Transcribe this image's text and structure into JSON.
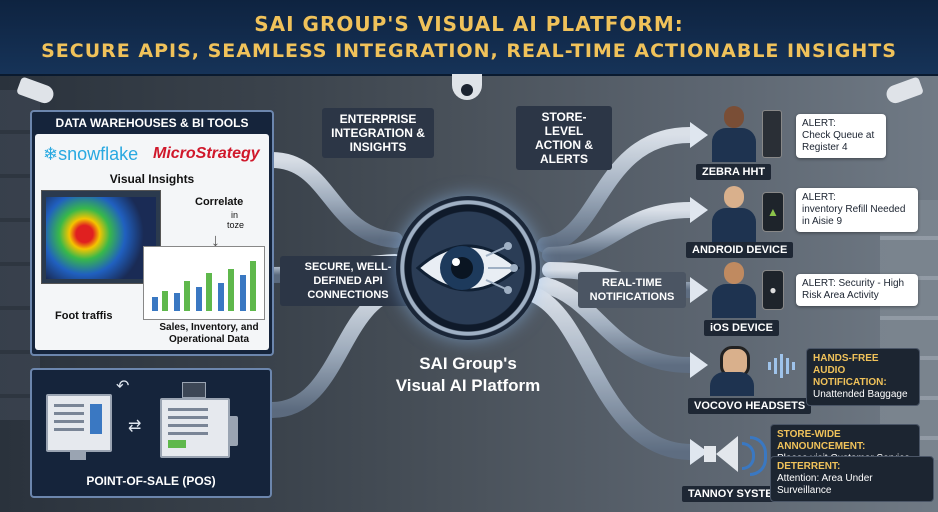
{
  "title": {
    "line1": "SAI GROUP'S VISUAL AI PLATFORM:",
    "line2": "SECURE APIS, SEAMLESS INTEGRATION, REAL-TIME ACTIONABLE INSIGHTS"
  },
  "left_panel": {
    "header": "DATA WAREHOUSES & BI TOOLS",
    "logo_snowflake": "snowflake",
    "logo_microstrategy": "MicroStrategy",
    "visual_insights": "Visual Insights",
    "correlate": "Correlate",
    "correlate_sub": "in",
    "correlate_sub2": "toze",
    "foot_traffic": "Foot traffis",
    "sales_label": "Sales, Inventory, and Operational Data"
  },
  "pos_panel": {
    "label": "POINT-OF-SALE (POS)"
  },
  "center": {
    "enterprise": "ENTERPRISE INTEGRATION & INSIGHTS",
    "secure": "SECURE, WELL-DEFINED API CONNECTIONS",
    "platform_line1": "SAI Group's",
    "platform_line2": "Visual AI Platform"
  },
  "right": {
    "store_level": "STORE-LEVEL ACTION & ALERTS",
    "realtime": "REAL-TIME NOTIFICATIONS",
    "devices": [
      {
        "label": "ZEBRA HHT",
        "alert_title": "ALERT:",
        "alert_text": "Check Queue at Register 4"
      },
      {
        "label": "ANDROID DEVICE",
        "alert_title": "ALERT:",
        "alert_text": "inventory Refill Needed in Aisie 9"
      },
      {
        "label": "iOS DEVICE",
        "alert_title": "ALERT:",
        "alert_text": "Security - High Risk Area Activity"
      }
    ],
    "headsets": {
      "label": "VOCOVO HEADSETS",
      "title": "HANDS-FREE AUDIO NOTIFICATION:",
      "text": "Unattended Baggage"
    },
    "tannoy": {
      "label": "TANNOY SYSTEMS",
      "ann_title": "STORE-WIDE ANNOUNCEMENT:",
      "ann_text": "Please visit Customer Service",
      "det_title": "DETERRENT:",
      "det_text": "Attention: Area Under Surveillance"
    }
  },
  "colors": {
    "gold": "#f0c25a",
    "navy": "#15243b",
    "accent_blue": "#6c86ad"
  }
}
